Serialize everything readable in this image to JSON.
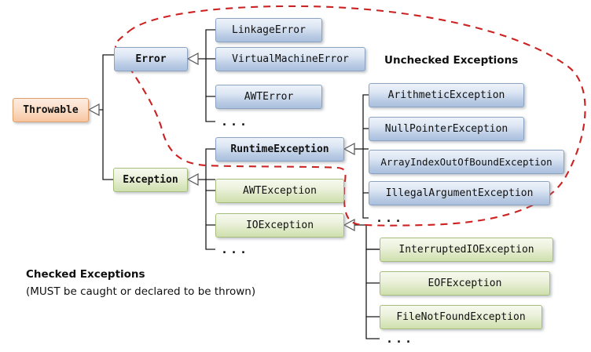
{
  "diagram": {
    "title": "Java Throwable class hierarchy",
    "colors": {
      "blue_fill": "#c5d5ea",
      "green_fill": "#dde8c4",
      "orange_fill": "#f9d3b4",
      "dashed_oval": "#cc2222",
      "connector": "#1a1a1a"
    },
    "root": {
      "label": "Throwable",
      "type": "orange",
      "bold": true
    },
    "level1": [
      {
        "label": "Error",
        "type": "blue",
        "bold": true
      },
      {
        "label": "Exception",
        "type": "green",
        "bold": true
      }
    ],
    "error_children": [
      {
        "label": "LinkageError",
        "type": "blue"
      },
      {
        "label": "VirtualMachineError",
        "type": "blue"
      },
      {
        "label": "AWTError",
        "type": "blue"
      },
      {
        "label": "...",
        "type": "ellipsis"
      }
    ],
    "exception_children": [
      {
        "label": "RuntimeException",
        "type": "blue",
        "bold": true
      },
      {
        "label": "AWTException",
        "type": "green"
      },
      {
        "label": "IOException",
        "type": "green"
      },
      {
        "label": "...",
        "type": "ellipsis"
      }
    ],
    "runtime_children": [
      {
        "label": "ArithmeticException",
        "type": "blue"
      },
      {
        "label": "NullPointerException",
        "type": "blue"
      },
      {
        "label": "ArrayIndexOutOfBoundException",
        "type": "blue"
      },
      {
        "label": "IllegalArgumentException",
        "type": "blue"
      },
      {
        "label": "...",
        "type": "ellipsis"
      }
    ],
    "ioexception_children": [
      {
        "label": "InterruptedIOException",
        "type": "green"
      },
      {
        "label": "EOFException",
        "type": "green"
      },
      {
        "label": "FileNotFoundException",
        "type": "green"
      },
      {
        "label": "...",
        "type": "ellipsis"
      }
    ],
    "annotations": {
      "unchecked_label": "Unchecked Exceptions",
      "checked_label": "Checked Exceptions",
      "checked_note": "(MUST be caught or declared to be thrown)"
    }
  }
}
